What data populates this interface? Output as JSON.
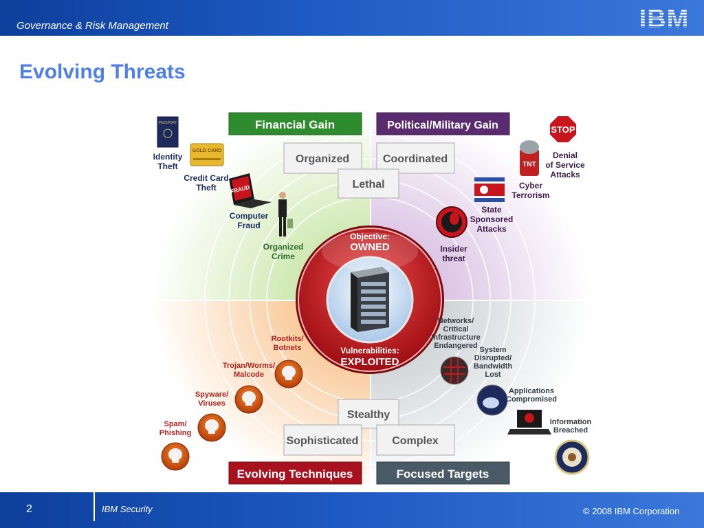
{
  "header": {
    "title": "Governance & Risk Management",
    "logo": "IBM"
  },
  "page_title": "Evolving Threats",
  "diagram": {
    "quadrant_titles": {
      "financial": "Financial Gain",
      "political": "Political/Military Gain",
      "evolving": "Evolving Techniques",
      "focused": "Focused Targets"
    },
    "attributes": {
      "organized": "Organized",
      "coordinated": "Coordinated",
      "lethal": "Lethal",
      "stealthy": "Stealthy",
      "sophisticated": "Sophisticated",
      "complex": "Complex"
    },
    "center": {
      "objective_label": "Objective:",
      "objective_value": "OWNED",
      "vulnerabilities_label": "Vulnerabilities:",
      "vulnerabilities_value": "EXPLOITED"
    },
    "financial_items": {
      "identity_theft": [
        "Identity",
        "Theft"
      ],
      "credit_card_theft": [
        "Credit Card",
        "Theft"
      ],
      "computer_fraud": [
        "Computer",
        "Fraud"
      ],
      "organized_crime": [
        "Organized",
        "Crime"
      ],
      "passport_text": "PASSPORT",
      "card_text": "GOLD CARD",
      "fraud_text": "FRAUD"
    },
    "political_items": {
      "denial_of_service": [
        "Denial",
        "of Service",
        "Attacks"
      ],
      "cyber_terrorism": [
        "Cyber",
        "Terrorism"
      ],
      "state_sponsored": [
        "State",
        "Sponsored",
        "Attacks"
      ],
      "insider_threat": [
        "Insider",
        "threat"
      ],
      "stop_sign_text": "STOP",
      "tnt_text": "TNT"
    },
    "technique_items": {
      "rootkits": [
        "Rootkits/",
        "Botnets"
      ],
      "trojans": [
        "Trojan/Worms/",
        "Malcode"
      ],
      "spyware": [
        "Spyware/",
        "Viruses"
      ],
      "spam": [
        "Spam/",
        "Phishing"
      ]
    },
    "target_items": {
      "networks": [
        "Networks/",
        "Critical",
        "Infrastructure",
        "Endangered"
      ],
      "system_disrupted": [
        "System",
        "Disrupted/",
        "Bandwidth",
        "Lost"
      ],
      "applications": [
        "Applications",
        "Compromised"
      ],
      "information": [
        "Information",
        "Breached"
      ]
    }
  },
  "footer": {
    "page_number": "2",
    "brand": "IBM Security",
    "copyright": "© 2008 IBM Corporation"
  },
  "colors": {
    "header_blue": "#1e5bc4",
    "title_blue": "#4f7fe8",
    "financial_green": "#2e8b2e",
    "political_purple": "#5a2b6e",
    "evolving_red": "#a8121e",
    "focused_gray": "#4a5a66",
    "center_red": "#c8141c"
  }
}
